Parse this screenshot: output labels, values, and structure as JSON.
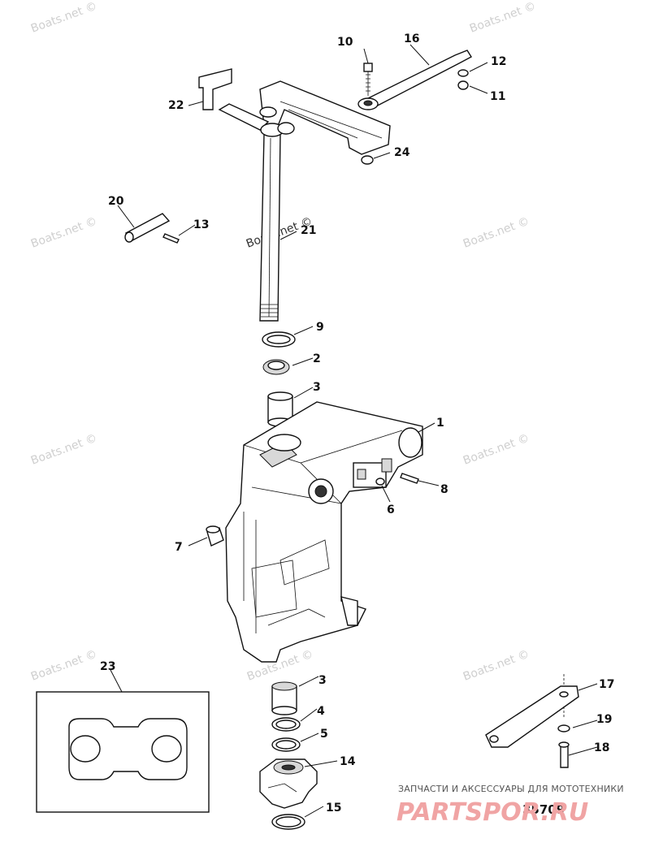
{
  "watermark": "Boats.net ©",
  "figure_number": "35709",
  "footer": {
    "caption": "ЗАПЧАСТИ И АКСЕССУАРЫ ДЛЯ МОТОТЕХНИКИ",
    "logo": "PARTSPOR.RU"
  },
  "callouts": [
    {
      "id": "1",
      "label": "1"
    },
    {
      "id": "2",
      "label": "2"
    },
    {
      "id": "3a",
      "label": "3"
    },
    {
      "id": "3b",
      "label": "3"
    },
    {
      "id": "4",
      "label": "4"
    },
    {
      "id": "5",
      "label": "5"
    },
    {
      "id": "6",
      "label": "6"
    },
    {
      "id": "7",
      "label": "7"
    },
    {
      "id": "8",
      "label": "8"
    },
    {
      "id": "9",
      "label": "9"
    },
    {
      "id": "10",
      "label": "10"
    },
    {
      "id": "11",
      "label": "11"
    },
    {
      "id": "12",
      "label": "12"
    },
    {
      "id": "13",
      "label": "13"
    },
    {
      "id": "14",
      "label": "14"
    },
    {
      "id": "15",
      "label": "15"
    },
    {
      "id": "16",
      "label": "16"
    },
    {
      "id": "17",
      "label": "17"
    },
    {
      "id": "18",
      "label": "18"
    },
    {
      "id": "19",
      "label": "19"
    },
    {
      "id": "20",
      "label": "20"
    },
    {
      "id": "21",
      "label": "21"
    },
    {
      "id": "22",
      "label": "22"
    },
    {
      "id": "23",
      "label": "23"
    },
    {
      "id": "24",
      "label": "24"
    }
  ]
}
